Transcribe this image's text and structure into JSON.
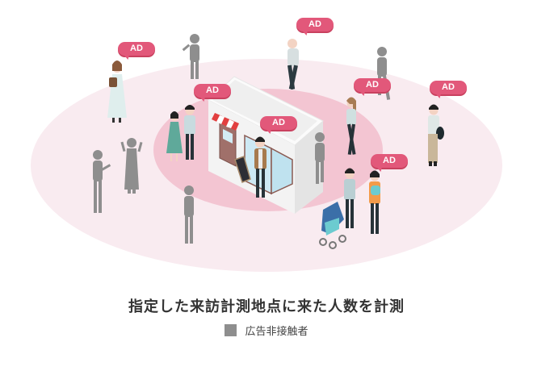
{
  "diagram": {
    "title": "指定した来訪計測地点に来た人数を計測",
    "legend": {
      "items": [
        {
          "label": "広告非接触者",
          "color": "#8e8e8e"
        }
      ]
    },
    "ad_label": "AD",
    "colors": {
      "outer_zone": "#f9ebf0",
      "inner_zone": "#f3c5d2",
      "ad_bubble": "#e2587a",
      "non_contact_person": "#8e8e8e",
      "store_wall": "#f4f4f4",
      "awning_red": "#e23f3f"
    },
    "ad_bubbles": [
      {
        "id": "ad-1",
        "label": "AD"
      },
      {
        "id": "ad-2",
        "label": "AD"
      },
      {
        "id": "ad-3",
        "label": "AD"
      },
      {
        "id": "ad-4",
        "label": "AD"
      },
      {
        "id": "ad-5",
        "label": "AD"
      },
      {
        "id": "ad-6",
        "label": "AD"
      },
      {
        "id": "ad-7",
        "label": "AD"
      }
    ]
  }
}
